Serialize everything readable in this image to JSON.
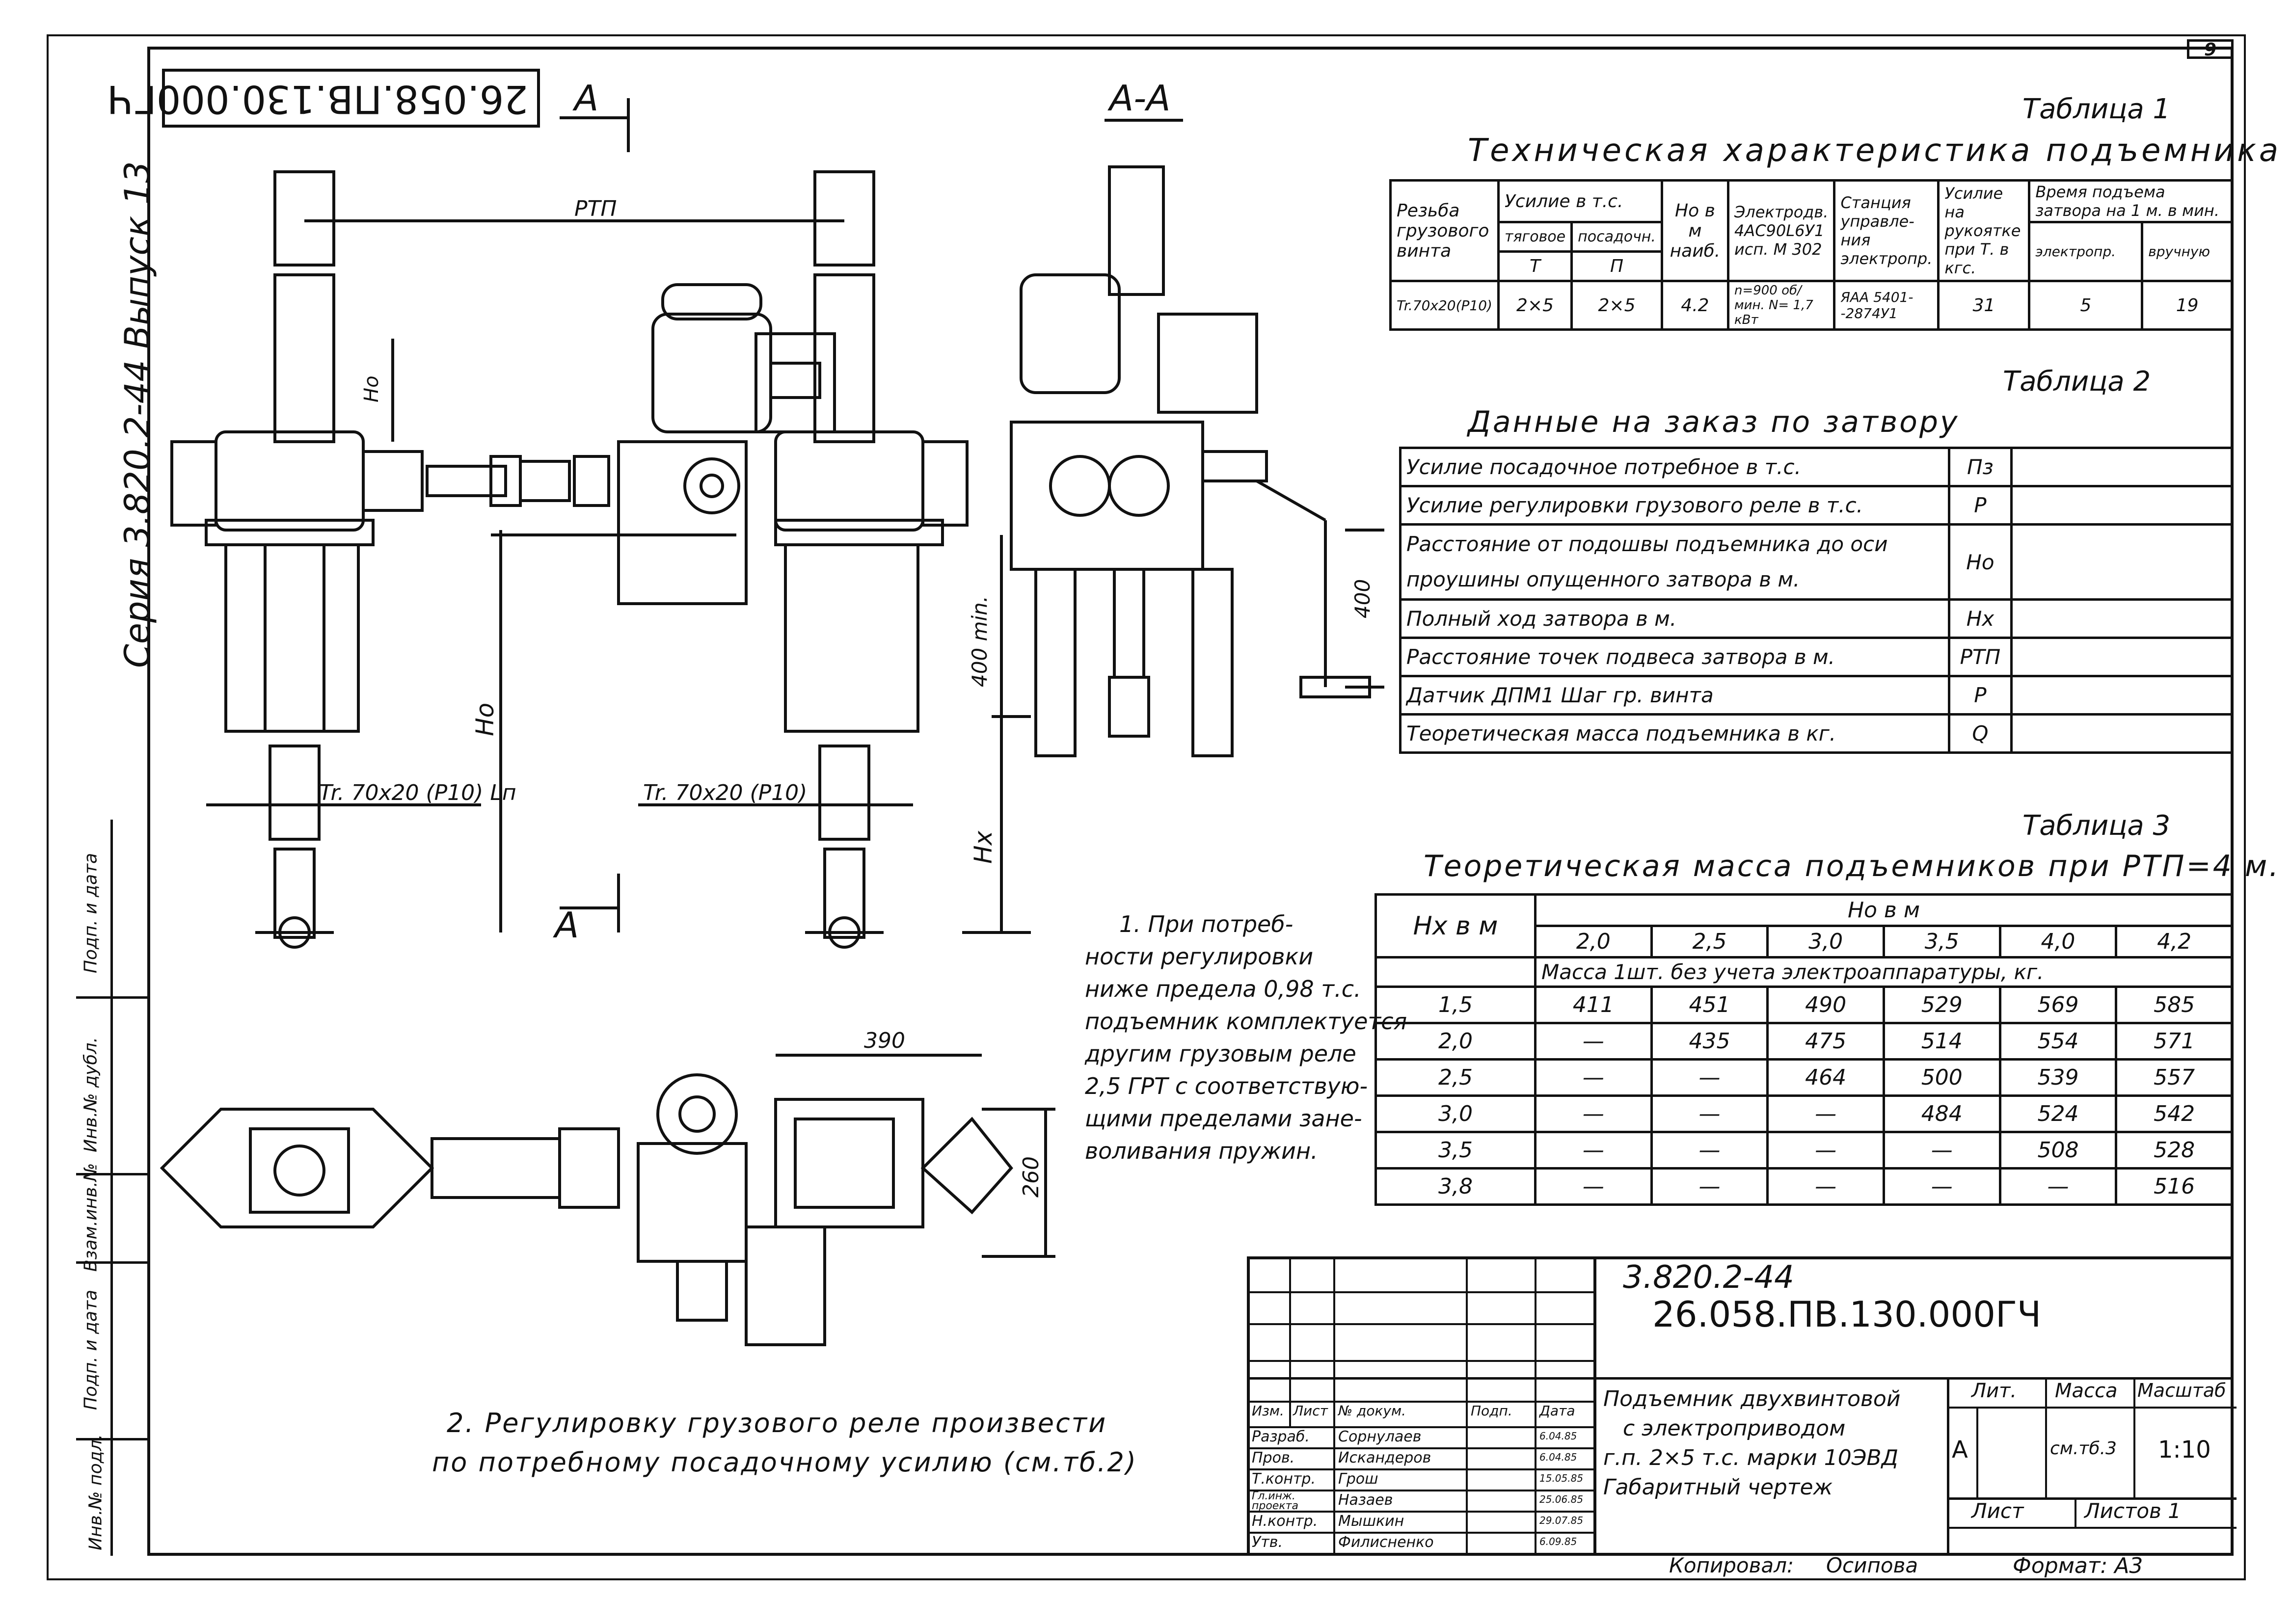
{
  "sheet": {
    "page_number": "9",
    "doc_code_rotated": "26.058.ПВ.130.000ГЧ",
    "side_series": "Серия 3.820.2-44 Выпуск 13",
    "side_left_labels": [
      "Инв.№ подл.",
      "Подп. и дата",
      "Взам.инв.№",
      "Инв.№ дубл.",
      "Подп. и дата"
    ]
  },
  "drawing": {
    "section_marks": [
      "А",
      "А-А",
      "А"
    ],
    "labels": {
      "rtp": "РТП",
      "ho_small": "Нo",
      "ho_big": "Нo",
      "hx": "Нx",
      "dim_400": "400",
      "dim_400min": "400 min.",
      "thread_left": "Tr. 70x20 (P10) Lп",
      "thread_right": "Tr. 70x20 (P10)",
      "dim_390": "390",
      "dim_260": "260"
    }
  },
  "table1": {
    "caption": "Таблица 1",
    "title": "Техническая характеристика подъемника",
    "headers": {
      "thread": "Резьба грузового винта",
      "effort": "Усилие в т.с.",
      "pull": "тяговое",
      "seat": "посадочн.",
      "T": "Т",
      "P": "П",
      "ho": "Но в м наиб.",
      "motor": "Электродв. 4АС90L6У1 исп. М 302",
      "station": "Станция управле- ния электропр.",
      "handle": "Усилие на рукоятке при Т. в кгс.",
      "time": "Время подъема затвора на 1 м. в мин.",
      "elec": "электропр.",
      "manual": "вручную"
    },
    "row": {
      "thread": "Tr.70x20(P10)",
      "T": "2×5",
      "P": "2×5",
      "ho": "4.2",
      "motor": "n=900 об/мин. N= 1,7 кВт",
      "station": "ЯАА 5401- -2874У1",
      "handle": "31",
      "elec": "5",
      "manual": "19"
    }
  },
  "table2": {
    "caption": "Таблица 2",
    "title": "Данные на заказ по затвору",
    "rows": [
      {
        "label": "Усилие посадочное потребное в т.с.",
        "sym": "Пз"
      },
      {
        "label": "Усилие регулировки грузового реле в т.с.",
        "sym": "Р"
      },
      {
        "label": "Расстояние от подошвы подъемника до оси проушины опущенного затвора в м.",
        "sym": "Нo"
      },
      {
        "label": "Полный ход затвора в м.",
        "sym": "Нx"
      },
      {
        "label": "Расстояние точек подвеса затвора в м.",
        "sym": "РТП"
      },
      {
        "label": "Датчик ДПМ1 Шаг гр. винта",
        "sym": "Р"
      },
      {
        "label": "Теоретическая масса подъемника в кг.",
        "sym": "Q"
      }
    ]
  },
  "table3": {
    "caption": "Таблица 3",
    "title": "Теоретическая масса подъемников при РТП=4 м.",
    "hx_header": "Нx в м",
    "ho_header": "Нo в м",
    "subheader": "Масса 1шт. без учета электроаппаратуры, кг.",
    "ho_values": [
      "2,0",
      "2,5",
      "3,0",
      "3,5",
      "4,0",
      "4,2"
    ],
    "rows": [
      {
        "hx": "1,5",
        "vals": [
          "411",
          "451",
          "490",
          "529",
          "569",
          "585"
        ]
      },
      {
        "hx": "2,0",
        "vals": [
          "—",
          "435",
          "475",
          "514",
          "554",
          "571"
        ]
      },
      {
        "hx": "2,5",
        "vals": [
          "—",
          "—",
          "464",
          "500",
          "539",
          "557"
        ]
      },
      {
        "hx": "3,0",
        "vals": [
          "—",
          "—",
          "—",
          "484",
          "524",
          "542"
        ]
      },
      {
        "hx": "3,5",
        "vals": [
          "—",
          "—",
          "—",
          "—",
          "508",
          "528"
        ]
      },
      {
        "hx": "3,8",
        "vals": [
          "—",
          "—",
          "—",
          "—",
          "—",
          "516"
        ]
      }
    ]
  },
  "notes": {
    "note1": [
      "1. При потреб-",
      "ности регулировки",
      "ниже предела 0,98 т.с.",
      "подъемник комплектуется",
      "другим грузовым реле",
      "2,5 ГРТ с соответствую-",
      "щими пределами зане-",
      "воливания пружин."
    ],
    "note2": [
      "2. Регулировку грузового реле произвести",
      "по потребному посадочному усилию (см.тб.2)"
    ]
  },
  "title_block": {
    "series_code": "3.820.2-44",
    "doc_code": "26.058.ПВ.130.000ГЧ",
    "name": [
      "Подъемник двухвинтовой",
      "с электроприводом",
      "г.п. 2×5 т.с. марки 10ЭВД",
      "Габаритный чертеж"
    ],
    "lit_label": "Лит.",
    "lit_value": "А",
    "mass_label": "Масса",
    "mass_value": "см.тб.3",
    "scale_label": "Масштаб",
    "scale_value": "1:10",
    "sheet_label": "Лист",
    "sheets_label": "Листов 1",
    "header_cols": [
      "Изм.",
      "Лист",
      "№ докум.",
      "Подп.",
      "Дата"
    ],
    "roles": [
      {
        "role": "Разраб.",
        "name": "Сорнулаев",
        "date": "6.04.85"
      },
      {
        "role": "Пров.",
        "name": "Искандеров",
        "date": "6.04.85"
      },
      {
        "role": "Т.контр.",
        "name": "Грош",
        "date": "15.05.85"
      },
      {
        "role": "Гл.инж. проекта",
        "name": "Назаев",
        "date": "25.06.85"
      },
      {
        "role": "Н.контр.",
        "name": "Мышкин",
        "date": "29.07.85"
      },
      {
        "role": "Утв.",
        "name": "Филисненко",
        "date": "6.09.85"
      }
    ],
    "copied_label": "Копировал:",
    "copied_name": "Осипова",
    "format_label": "Формат: А3"
  }
}
